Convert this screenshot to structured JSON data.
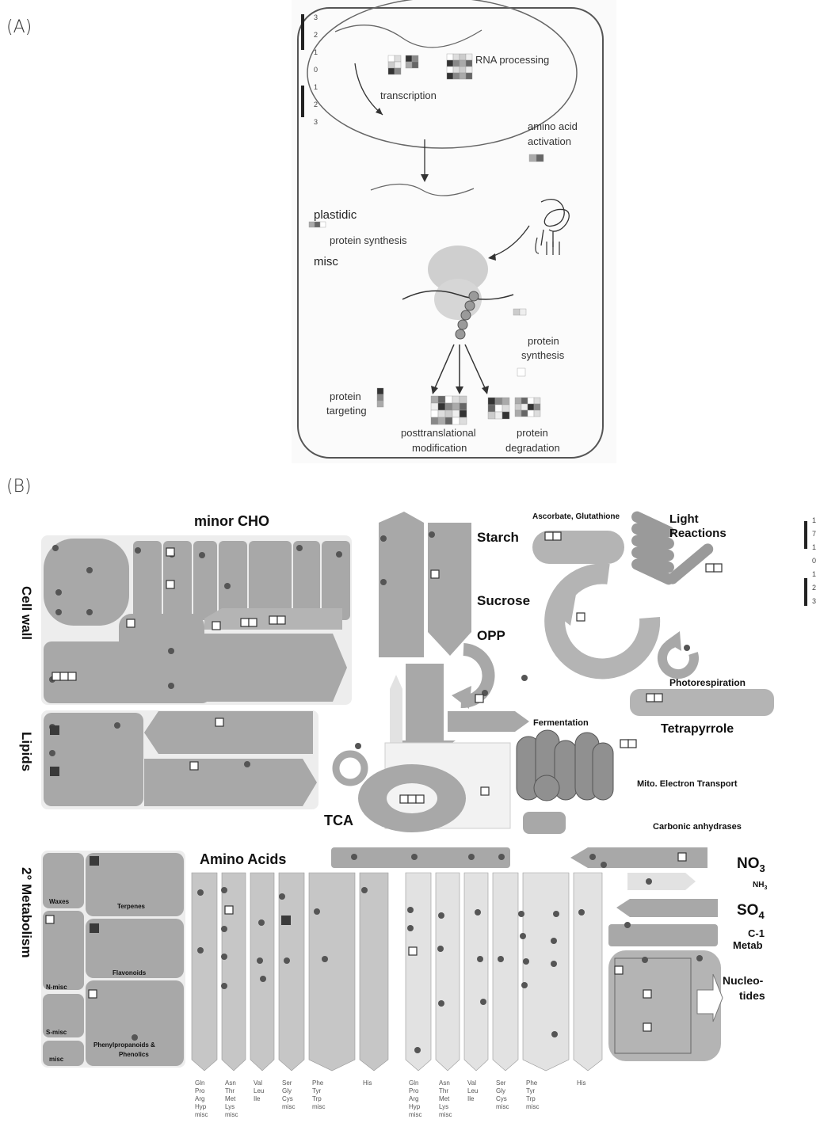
{
  "panel_a": {
    "label": "(A)",
    "scale_ticks": [
      "3",
      "2",
      "1",
      "0",
      "1",
      "2",
      "3"
    ],
    "texts": {
      "rna_processing": "RNA processing",
      "transcription": "transcription",
      "amino_acid_activation_1": "amino acid",
      "amino_acid_activation_2": "activation",
      "plastidic": "plastidic",
      "protein_synthesis_left": "protein synthesis",
      "misc": "misc",
      "protein_synthesis_right_1": "protein",
      "protein_synthesis_right_2": "synthesis",
      "protein_targeting_1": "protein",
      "protein_targeting_2": "targeting",
      "posttranslational_1": "posttranslational",
      "posttranslational_2": "modification",
      "protein_degradation_1": "protein",
      "protein_degradation_2": "degradation"
    }
  },
  "panel_b": {
    "label": "(B)",
    "scale_ticks": [
      "1",
      "7",
      "1",
      "0",
      "1",
      "2",
      "3"
    ],
    "texts": {
      "minor_cho": "minor CHO",
      "cell_wall": "Cell wall",
      "lipids": "Lipids",
      "secondary_metabolism": "2° Metabolism",
      "starch": "Starch",
      "sucrose": "Sucrose",
      "opp": "OPP",
      "ascorbate": "Ascorbate, Glutathione",
      "light_reactions_1": "Light",
      "light_reactions_2": "Reactions",
      "photorespiration": "Photorespiration",
      "tetrapyrrole": "Tetrapyrrole",
      "fermentation": "Fermentation",
      "mito_electron_transport": "Mito. Electron Transport",
      "carbonic_anhydrases": "Carbonic anhydrases",
      "tca": "TCA",
      "amino_acids": "Amino Acids",
      "no3": "NO",
      "no3_sub": "3",
      "nh3": "NH",
      "nh3_sub": "3",
      "so4": "SO",
      "so4_sub": "4",
      "c1_metab_1": "C-1",
      "c1_metab_2": "Metab",
      "nucleotides_1": "Nucleo-",
      "nucleotides_2": "tides",
      "waxes": "Waxes",
      "terpenes": "Terpenes",
      "flavonoids": "Flavonoids",
      "n_misc": "N-misc",
      "s_misc": "S-misc",
      "phenylpropanoids_1": "Phenylpropanoids &",
      "phenylpropanoids_2": "Phenolics",
      "misc": "misc"
    },
    "amino_acid_columns_left": [
      [
        "Gln",
        "Pro",
        "Arg",
        "Hyp",
        "misc"
      ],
      [
        "Asn",
        "Thr",
        "Met",
        "Lys",
        "misc"
      ],
      [
        "Val",
        "Leu",
        "Ile"
      ],
      [
        "Ser",
        "Gly",
        "Cys",
        "misc"
      ],
      [
        "Phe",
        "Tyr",
        "Trp",
        "misc"
      ],
      [
        "His"
      ]
    ],
    "amino_acid_columns_right": [
      [
        "Gln",
        "Pro",
        "Arg",
        "Hyp",
        "misc"
      ],
      [
        "Asn",
        "Thr",
        "Met",
        "Lys",
        "misc"
      ],
      [
        "Val",
        "Leu",
        "Ile"
      ],
      [
        "Ser",
        "Gly",
        "Cys",
        "misc"
      ],
      [
        "Phe",
        "Tyr",
        "Trp",
        "misc"
      ],
      [
        "His"
      ]
    ]
  }
}
